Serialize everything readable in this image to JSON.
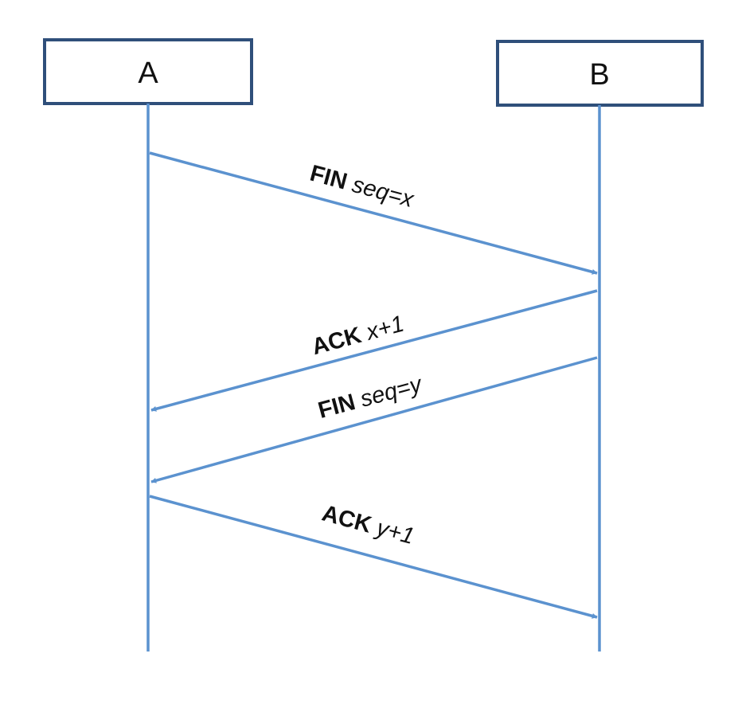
{
  "participants": {
    "a": {
      "name": "A"
    },
    "b": {
      "name": "B"
    }
  },
  "messages": [
    {
      "kind": "FIN",
      "param": "seq=x",
      "from": "A",
      "to": "B"
    },
    {
      "kind": "ACK",
      "param": "x+1",
      "from": "B",
      "to": "A"
    },
    {
      "kind": "FIN",
      "param": "seq=y",
      "from": "B",
      "to": "A"
    },
    {
      "kind": "ACK",
      "param": "y+1",
      "from": "A",
      "to": "B"
    }
  ],
  "colors": {
    "lines": "#5b92cf",
    "box_border": "#2f4f7a",
    "text": "#111111"
  }
}
